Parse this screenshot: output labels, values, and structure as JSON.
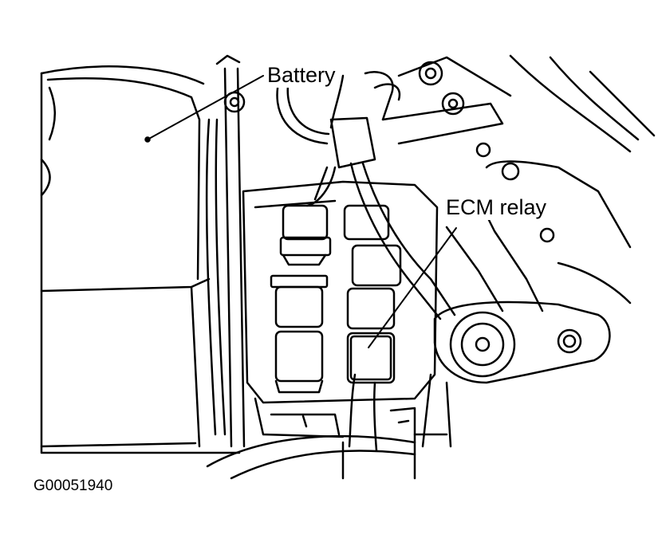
{
  "labels": {
    "battery": "Battery",
    "ecm_relay": "ECM relay"
  },
  "figure_id": "G00051940",
  "colors": {
    "ink": "#000000",
    "paper": "#ffffff"
  }
}
